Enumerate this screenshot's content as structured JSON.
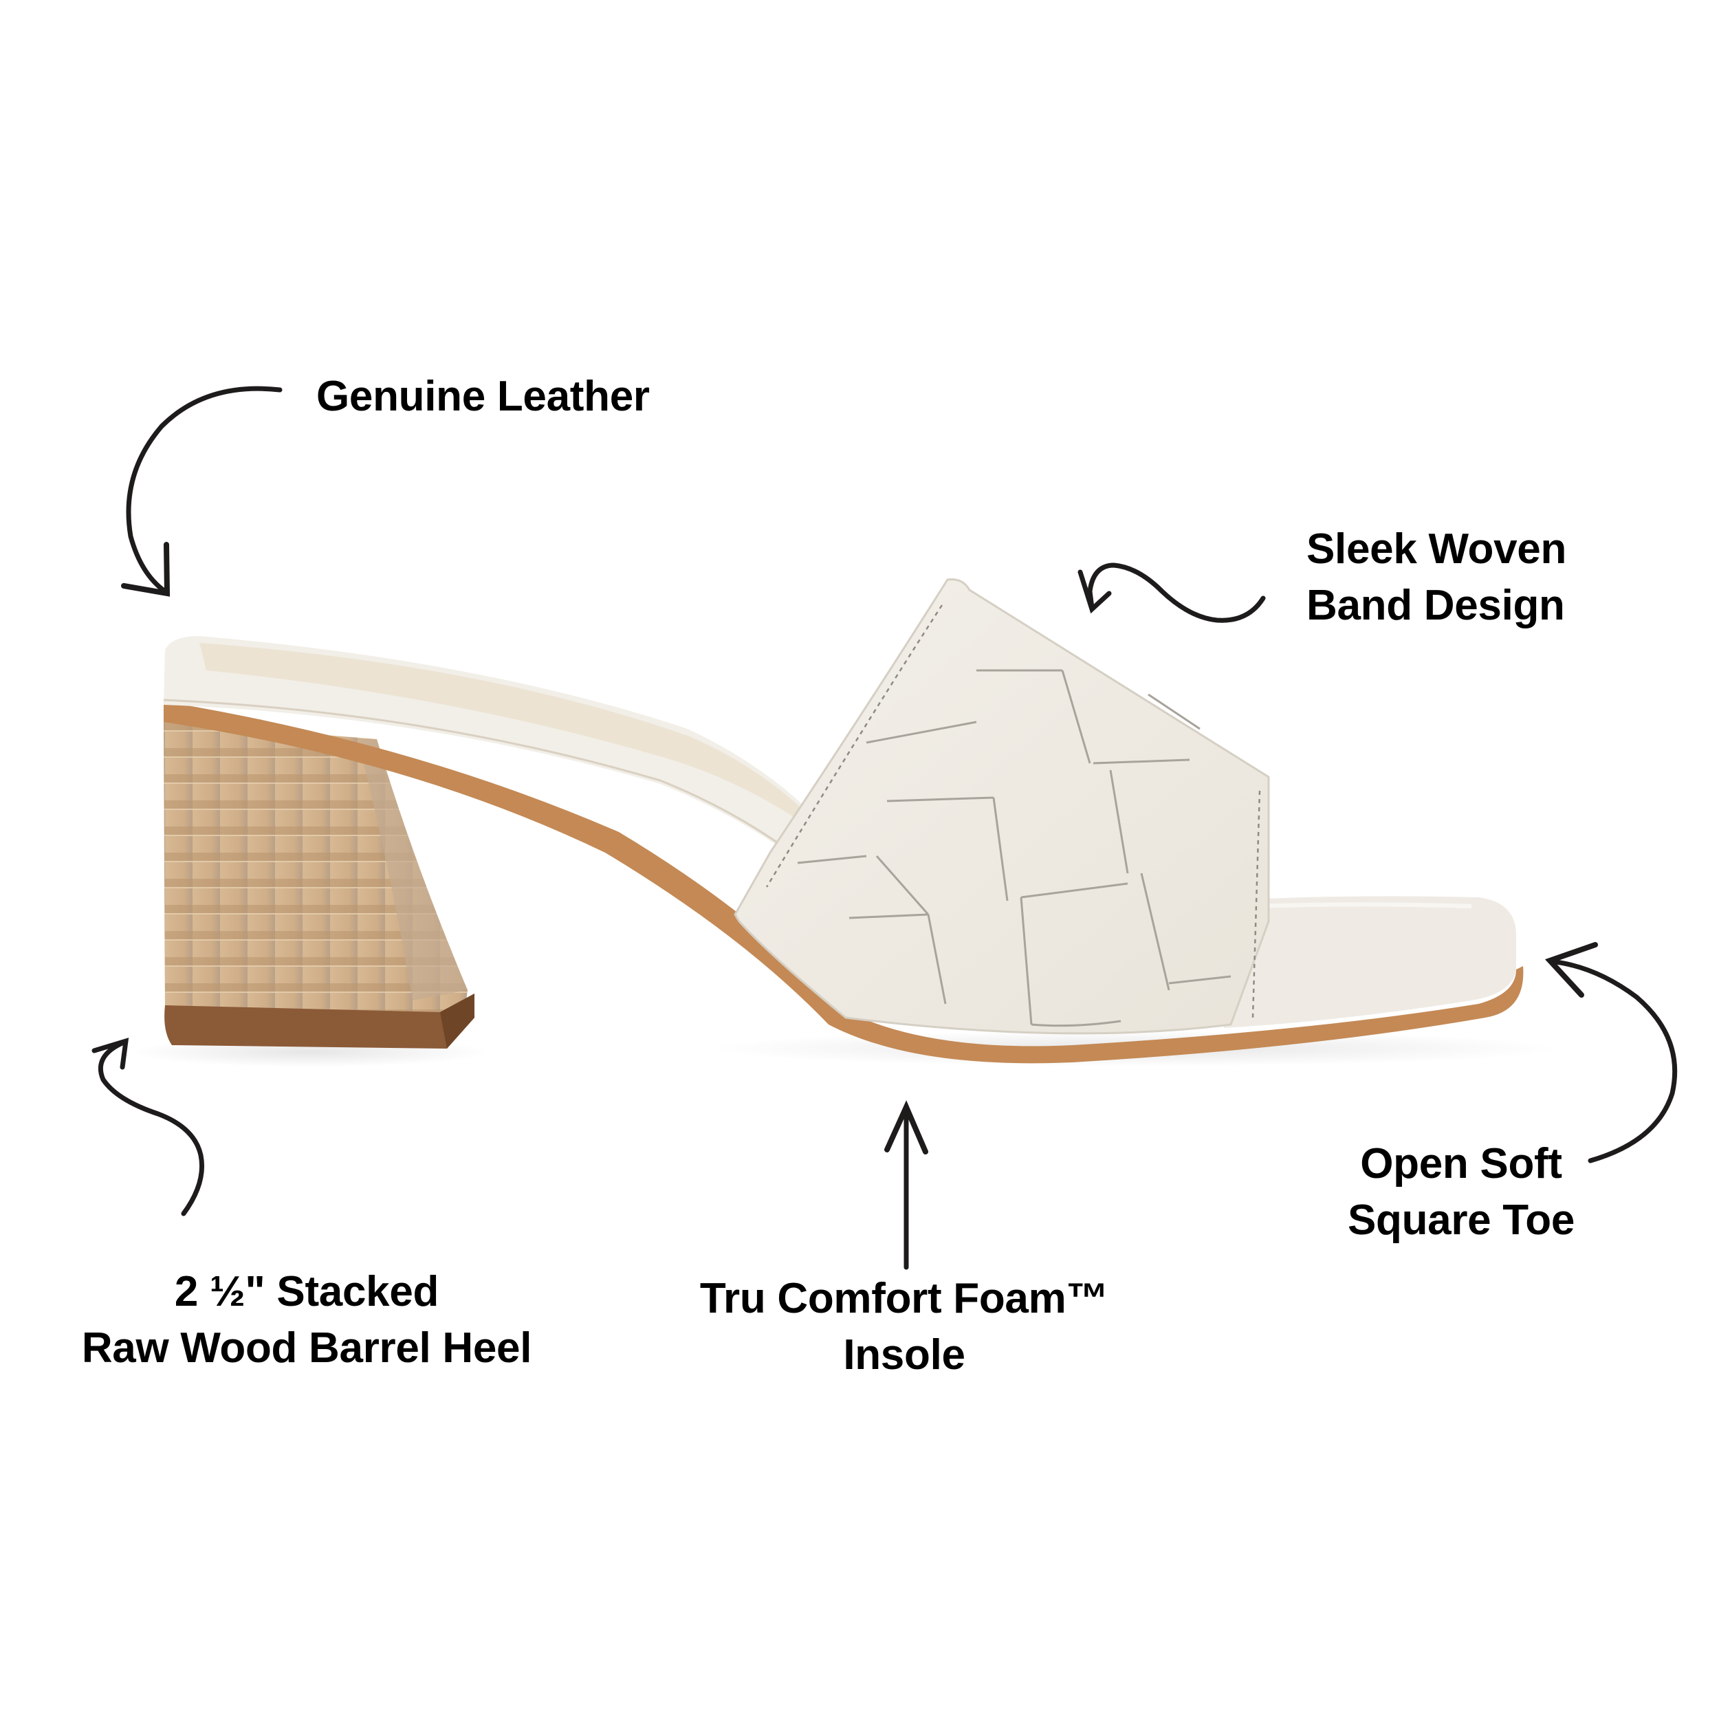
{
  "product": {
    "name": "woven band block heel slide sandal",
    "colors": {
      "leather": "#efebe3",
      "footbed": "#ece3d3",
      "sole_edge": "#c48955",
      "heel_wood": "#d3b48f",
      "heel_wood_dark": "#b7946d",
      "heel_lift": "#8b5a37",
      "text": "#000000",
      "arrow": "#1e1b1b",
      "background": "#ffffff"
    }
  },
  "callouts": [
    {
      "id": "genuine-leather",
      "lines": [
        "Genuine Leather"
      ]
    },
    {
      "id": "woven-band",
      "lines": [
        "Sleek Woven",
        "Band Design"
      ]
    },
    {
      "id": "heel",
      "lines": [
        "2 ½\" Stacked",
        "Raw Wood Barrel Heel"
      ]
    },
    {
      "id": "insole",
      "lines": [
        "Tru Comfort Foam™",
        "Insole"
      ]
    },
    {
      "id": "toe",
      "lines": [
        "Open Soft",
        "Square Toe"
      ]
    }
  ]
}
